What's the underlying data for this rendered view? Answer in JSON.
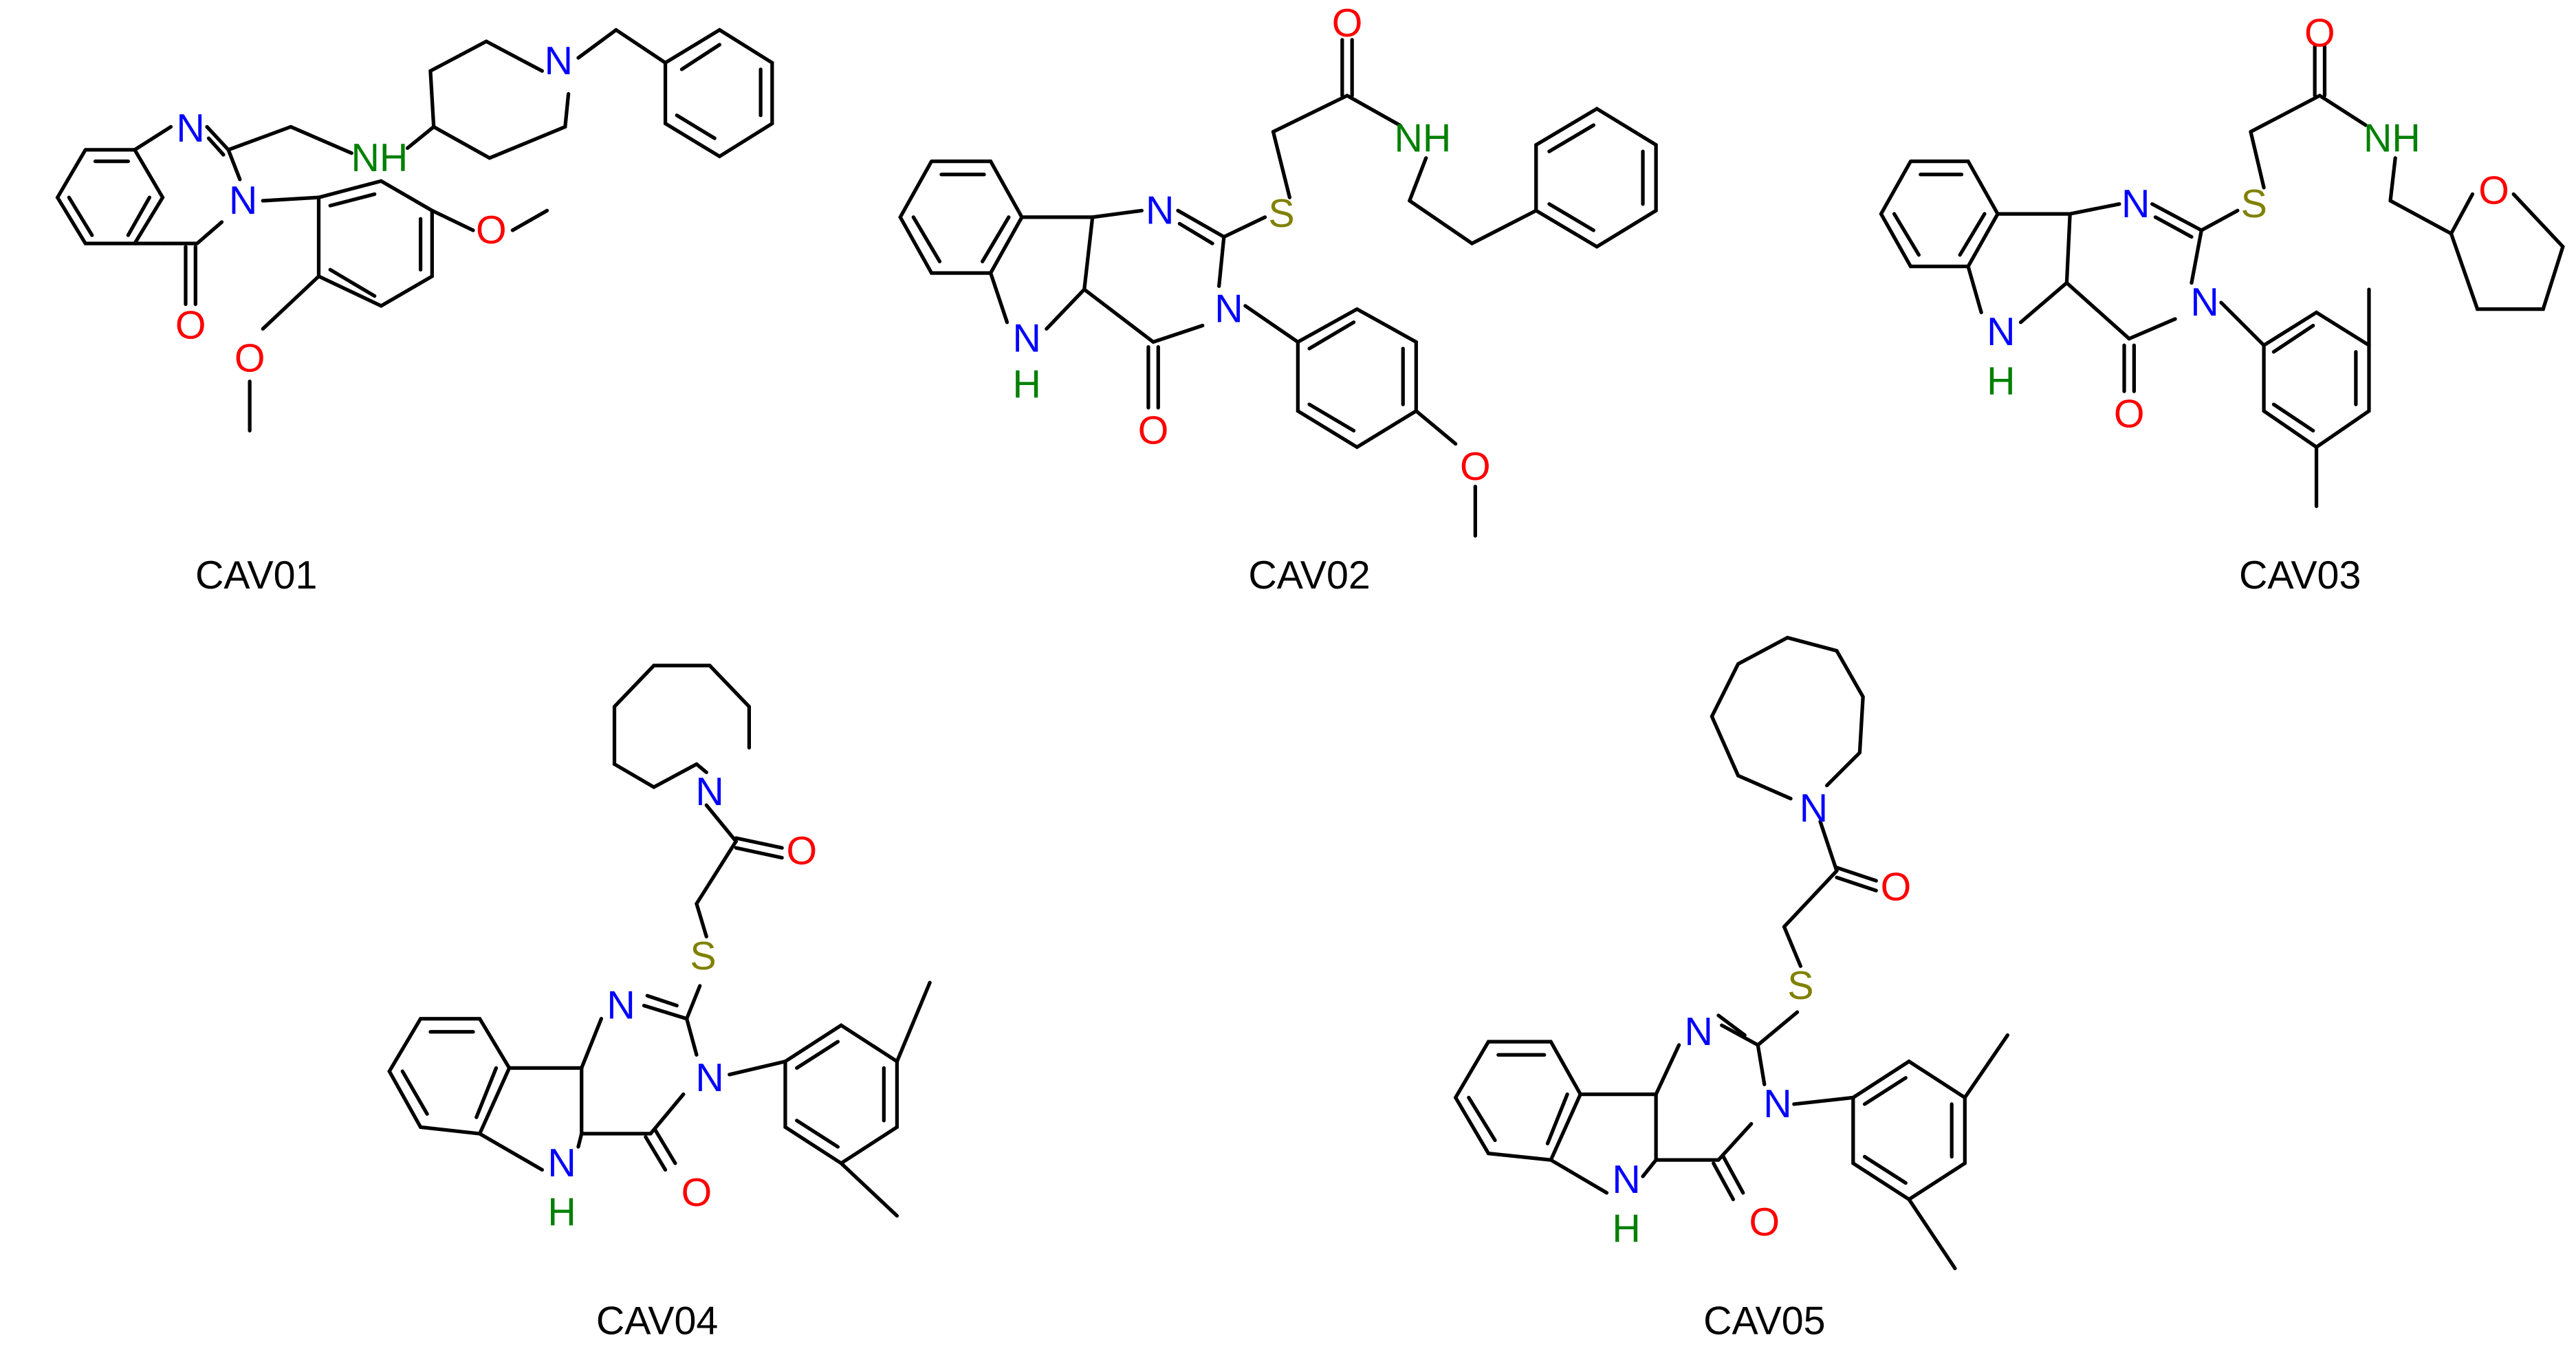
{
  "colors": {
    "bond": "#000000",
    "nitrogen": "#0000FF",
    "nh": "#008000",
    "oxygen": "#FF0000",
    "sulfur": "#808000",
    "label": "#000000"
  },
  "compounds": [
    {
      "id": "cav01",
      "label": "CAV01"
    },
    {
      "id": "cav02",
      "label": "CAV02"
    },
    {
      "id": "cav03",
      "label": "CAV03"
    },
    {
      "id": "cav04",
      "label": "CAV04"
    },
    {
      "id": "cav05",
      "label": "CAV05"
    }
  ],
  "atom_labels": {
    "N": "N",
    "NH": "NH",
    "H": "H",
    "O": "O",
    "S": "S"
  }
}
